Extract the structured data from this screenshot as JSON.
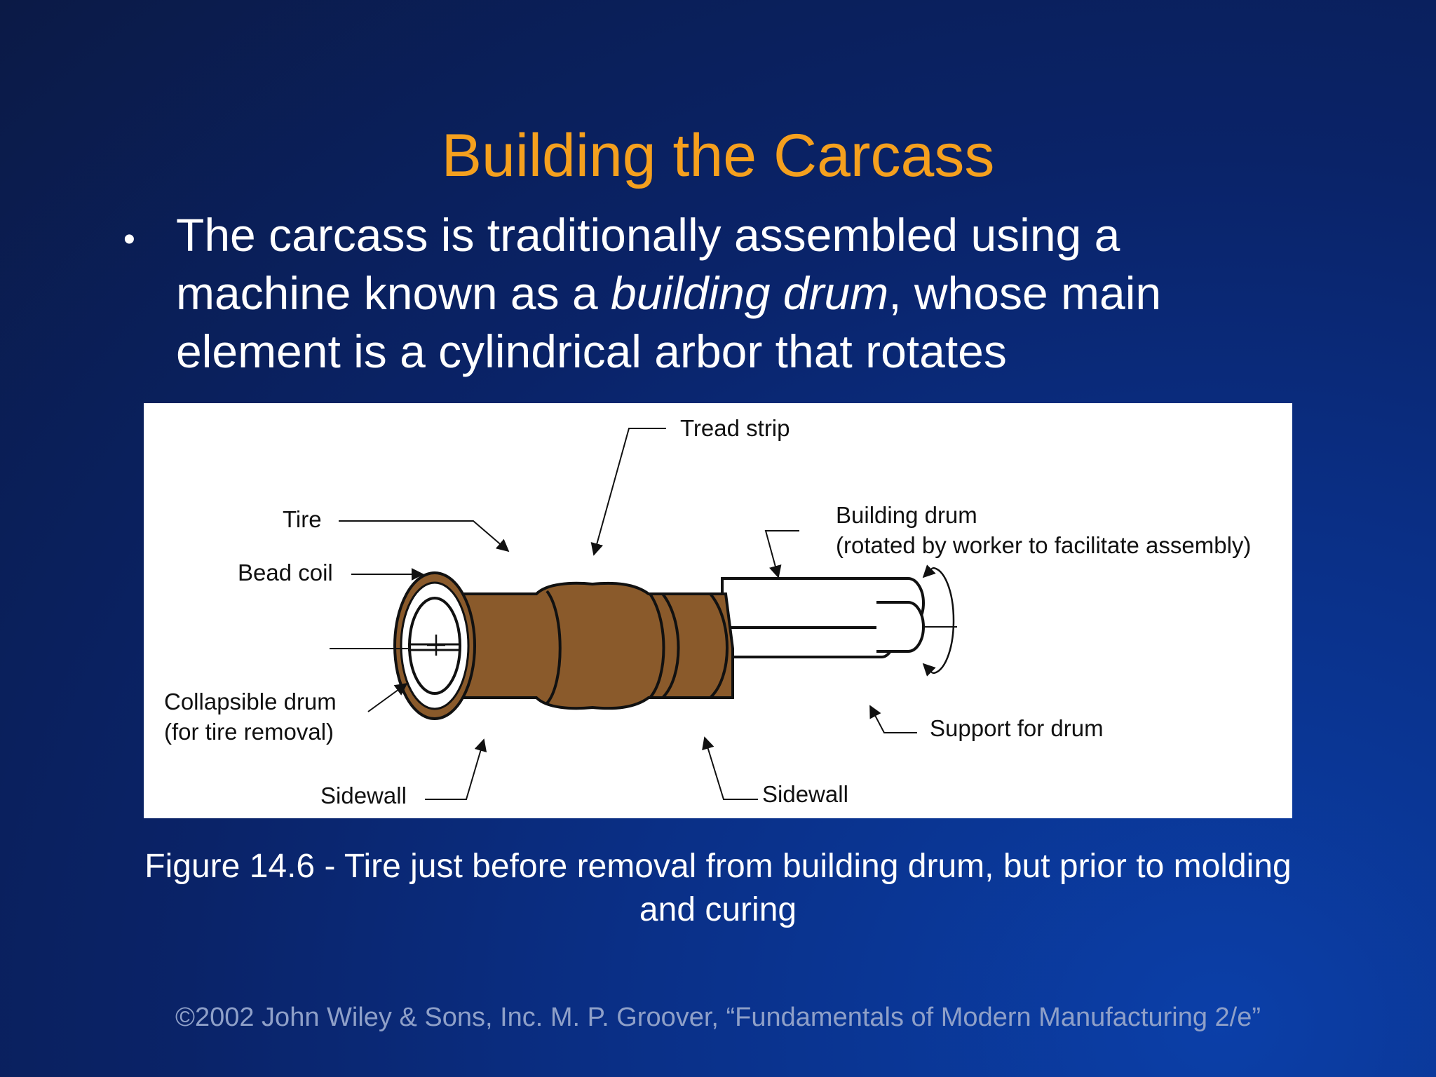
{
  "slide": {
    "title": "Building the Carcass",
    "bullet": {
      "part1": "The carcass is traditionally assembled using a machine known as a ",
      "italic": "building drum",
      "part2": ", whose main element is a cylindrical arbor that rotates"
    }
  },
  "figure": {
    "labels": {
      "tread_strip": "Tread strip",
      "tire": "Tire",
      "bead_coil": "Bead coil",
      "building_drum_line1": "Building drum",
      "building_drum_line2": "(rotated by worker to facilitate assembly)",
      "collapsible_drum_line1": "Collapsible drum",
      "collapsible_drum_line2": "(for tire removal)",
      "support_for_drum": "Support for drum",
      "sidewall_left": "Sidewall",
      "sidewall_right": "Sidewall"
    },
    "colors": {
      "tire_fill": "#8a5a2b",
      "outline": "#111111"
    }
  },
  "caption": "Figure 14.6 - Tire just before removal from building drum, but prior to molding and curing",
  "footer": "©2002 John Wiley & Sons, Inc.  M. P. Groover, “Fundamentals of Modern Manufacturing 2/e”"
}
